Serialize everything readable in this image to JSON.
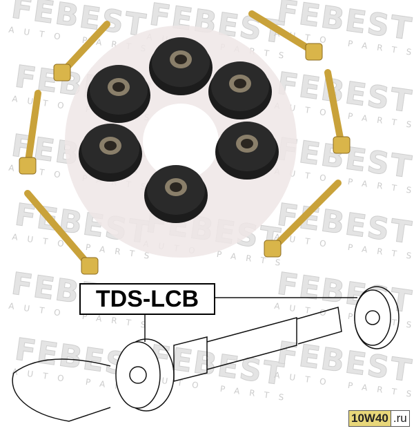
{
  "watermark": {
    "brand": "FEBEST",
    "sub": "AUTO PARTS"
  },
  "part_number": "TDS-LCB",
  "site_badge": {
    "main": "10W40",
    "suffix": ".ru"
  },
  "colors": {
    "bushing": "#1c1c1c",
    "disc": "#efe6e6",
    "bolt": "#c9a23a",
    "badge": "#e8d77a"
  }
}
